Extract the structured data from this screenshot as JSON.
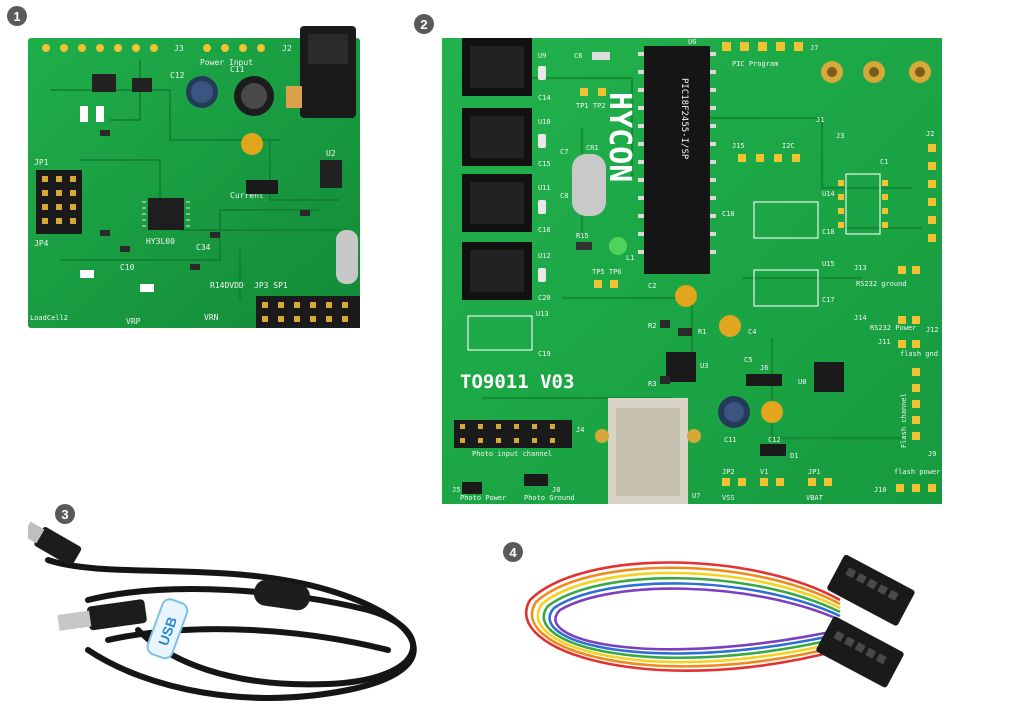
{
  "items": [
    {
      "number": "1"
    },
    {
      "number": "2"
    },
    {
      "number": "3"
    },
    {
      "number": "4"
    }
  ],
  "board1": {
    "labels": {
      "j3": "J3",
      "j2": "J2",
      "power_input": "Power Input",
      "jp1": "JP1",
      "jp4": "JP4",
      "jp3_sp1": "JP3 SP1",
      "chip": "HY3L00",
      "current": "Current",
      "c12": "C12",
      "c11": "C11",
      "c10": "C10",
      "c34": "C34",
      "u2": "U2",
      "r14": "R14DVDD",
      "vrn": "VRN",
      "vrp": "VRP",
      "loadcell2": "LoadCell2"
    }
  },
  "board2": {
    "title": "TO9011  V03",
    "labels": {
      "u9": "U9",
      "u10": "U10",
      "u11": "U11",
      "u12": "U12",
      "u13": "U13",
      "u6": "U6",
      "u7": "U7",
      "u8": "U8",
      "u14": "U14",
      "u15": "U15",
      "c6": "C6",
      "c7": "C7",
      "c8": "C8",
      "c10": "C10",
      "c11": "C11",
      "c12": "C12",
      "c14": "C14",
      "c15": "C15",
      "c16": "C16",
      "c17": "C17",
      "c18": "C18",
      "c19": "C19",
      "c20": "C20",
      "cr1": "CR1",
      "r15": "R15",
      "l1": "L1",
      "tp1_tp2": "TP1 TP2",
      "tp5_tp6": "TP5 TP6",
      "j7": "J7",
      "pic_program": "PIC Program",
      "j15": "J15",
      "i2c": "I2C",
      "j3": "J3",
      "j2": "J2",
      "j1": "J1",
      "j13": "J13",
      "j14": "J14",
      "j11": "J11",
      "j12": "J12",
      "j10": "J10",
      "j9": "J9",
      "j6": "J6",
      "j5": "J5",
      "j8": "J8",
      "j4": "J4",
      "rs232_ground": "RS232 ground",
      "rs232_power": "RS232 Power",
      "flash_gnd": "flash gnd",
      "flash_channel": "Flash channel",
      "flash_power": "flash power",
      "photo_input_channel": "Photo input channel",
      "photo_power": "Photo Power",
      "photo_ground": "Photo Ground",
      "jp1": "JP1",
      "jp2": "JP2",
      "v1": "V1",
      "vss": "VSS",
      "vbat": "VBAT",
      "d1": "D1",
      "mcu": "PIC18F2455-I/SP",
      "logo": "HYCON",
      "c4": "C4",
      "c5": "C5",
      "c2": "C2",
      "r1": "R1",
      "r2": "R2",
      "r3": "R3",
      "u3": "U3",
      "c1": "C1"
    }
  },
  "cable": {
    "badge_text": "USB"
  }
}
